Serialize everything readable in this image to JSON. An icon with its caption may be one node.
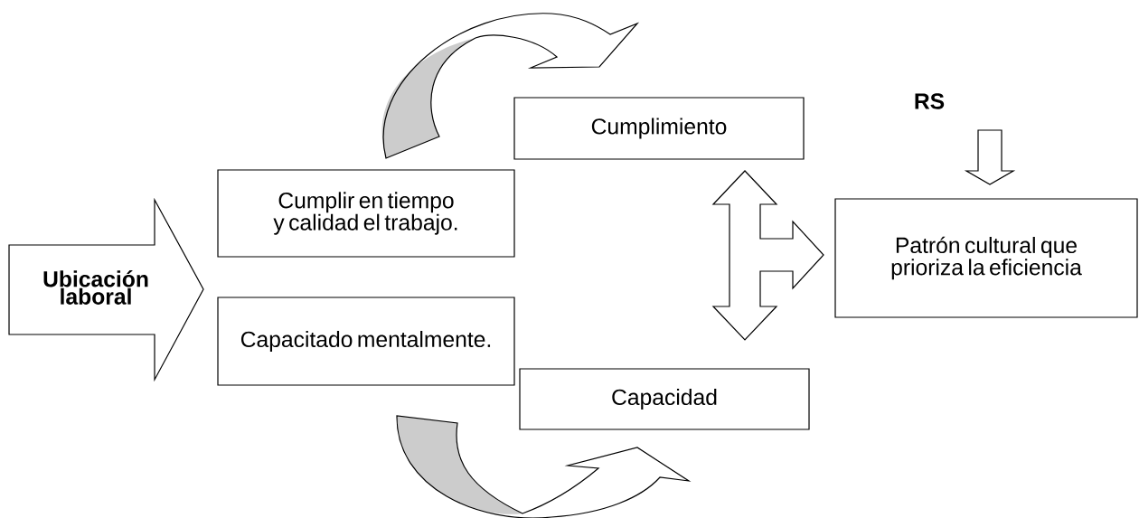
{
  "diagram": {
    "nodes": [
      {
        "text": [
          "Ubicación laboral"
        ]
      },
      {
        "text": [
          "Cumplir en tiempo y calidad el trabajo."
        ]
      },
      {
        "text": [
          "Capacitado mentalmente."
        ]
      },
      {
        "text": [
          "Cumplimiento"
        ]
      },
      {
        "text": [
          "Capacidad"
        ]
      },
      {
        "text": [
          "RS"
        ]
      },
      {
        "text": [
          "Patrón cultural que prioriza la eficiencia"
        ]
      }
    ],
    "edges": [
      {
        "from": 1,
        "to": 3,
        "arrow": "to"
      },
      {
        "from": 2,
        "to": 4,
        "arrow": "to"
      },
      {
        "from": 3,
        "to": 4,
        "arrow": "both"
      },
      {
        "from": 3,
        "to": 6,
        "arrow": "to"
      },
      {
        "from": 4,
        "to": 6,
        "arrow": "to"
      },
      {
        "from": 5,
        "to": 6,
        "arrow": "to"
      }
    ]
  }
}
